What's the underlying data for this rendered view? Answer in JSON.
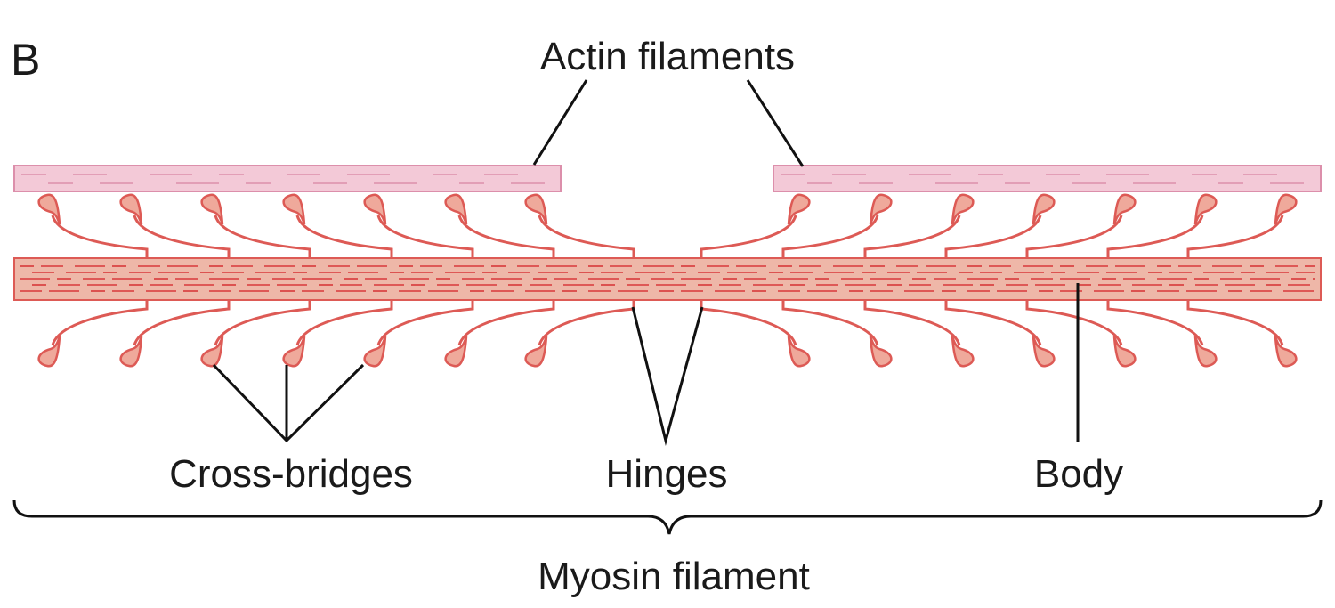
{
  "panel_letter": "B",
  "labels": {
    "actin": "Actin filaments",
    "cross_bridges": "Cross-bridges",
    "hinges": "Hinges",
    "body": "Body",
    "myosin": "Myosin filament"
  },
  "colors": {
    "actin_fill": "#f3c9d7",
    "actin_stroke": "#dc8fab",
    "myosin_fill": "#eeb7a8",
    "myosin_stroke": "#dd5a55",
    "myosin_dash": "#d8383a",
    "head_fill": "#efa99b",
    "leader_line": "#111111",
    "text": "#1a1a1a"
  }
}
